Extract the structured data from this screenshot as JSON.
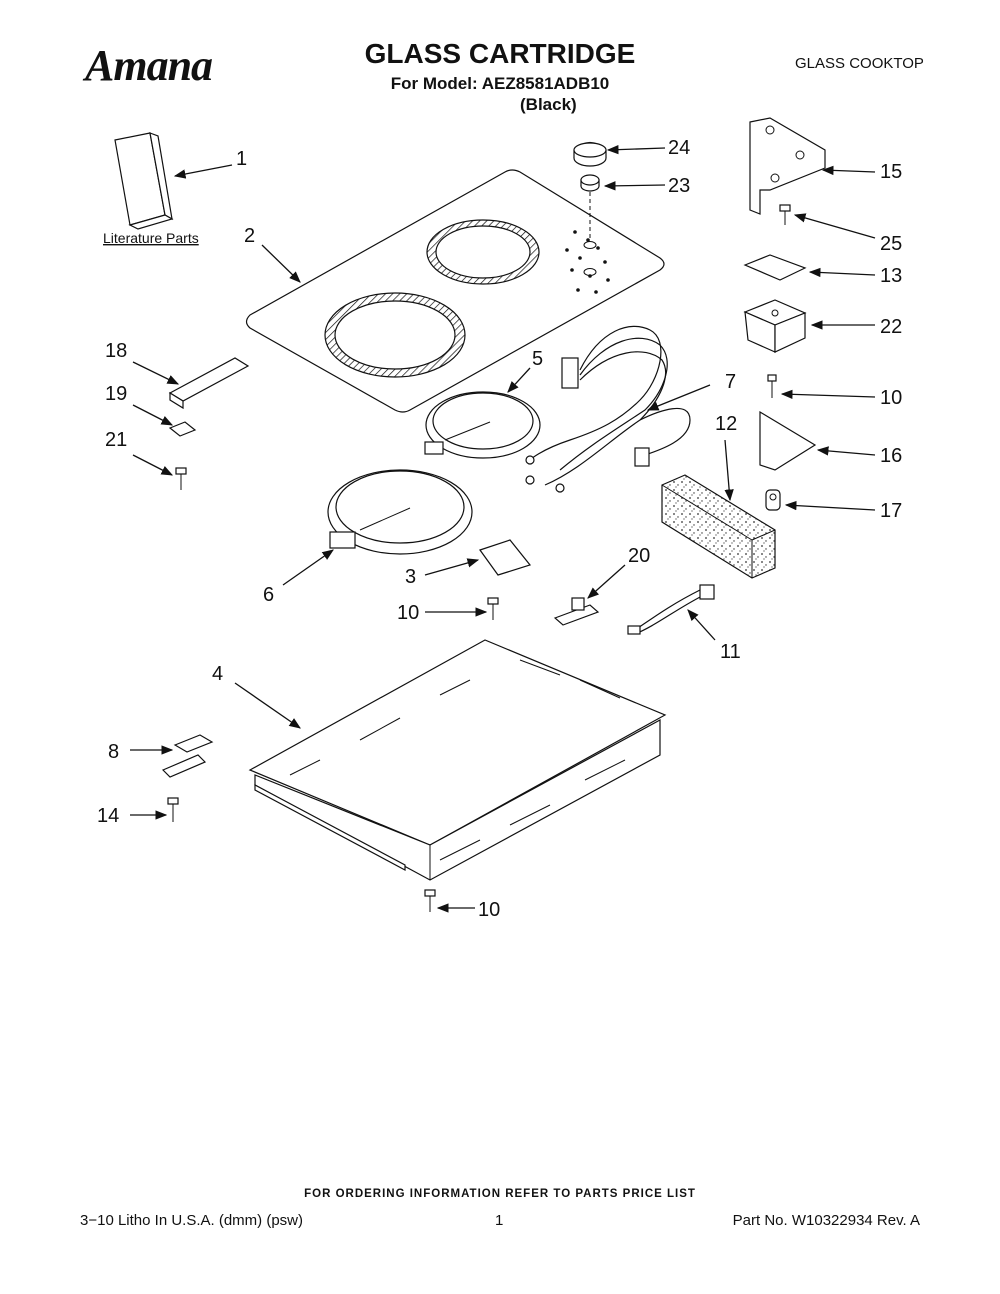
{
  "header": {
    "brand": "Amana",
    "title": "GLASS CARTRIDGE",
    "model_line": "For Model: AEZ8581ADB10",
    "variant": "(Black)",
    "category": "GLASS COOKTOP"
  },
  "diagram": {
    "literature_label": "Literature Parts",
    "callouts": [
      {
        "id": "c1",
        "label": "1"
      },
      {
        "id": "c2",
        "label": "2"
      },
      {
        "id": "c3",
        "label": "3"
      },
      {
        "id": "c4",
        "label": "4"
      },
      {
        "id": "c5",
        "label": "5"
      },
      {
        "id": "c6",
        "label": "6"
      },
      {
        "id": "c7",
        "label": "7"
      },
      {
        "id": "c8",
        "label": "8"
      },
      {
        "id": "c10a",
        "label": "10"
      },
      {
        "id": "c10b",
        "label": "10"
      },
      {
        "id": "c10c",
        "label": "10"
      },
      {
        "id": "c11",
        "label": "11"
      },
      {
        "id": "c12",
        "label": "12"
      },
      {
        "id": "c13",
        "label": "13"
      },
      {
        "id": "c14",
        "label": "14"
      },
      {
        "id": "c15",
        "label": "15"
      },
      {
        "id": "c16",
        "label": "16"
      },
      {
        "id": "c17",
        "label": "17"
      },
      {
        "id": "c18",
        "label": "18"
      },
      {
        "id": "c19",
        "label": "19"
      },
      {
        "id": "c20",
        "label": "20"
      },
      {
        "id": "c21",
        "label": "21"
      },
      {
        "id": "c22",
        "label": "22"
      },
      {
        "id": "c23",
        "label": "23"
      },
      {
        "id": "c24",
        "label": "24"
      },
      {
        "id": "c25",
        "label": "25"
      }
    ]
  },
  "footer": {
    "note": "FOR ORDERING INFORMATION REFER TO PARTS PRICE LIST",
    "left": "3−10 Litho In U.S.A. (dmm) (psw)",
    "page": "1",
    "right": "Part No. W10322934 Rev. A"
  }
}
